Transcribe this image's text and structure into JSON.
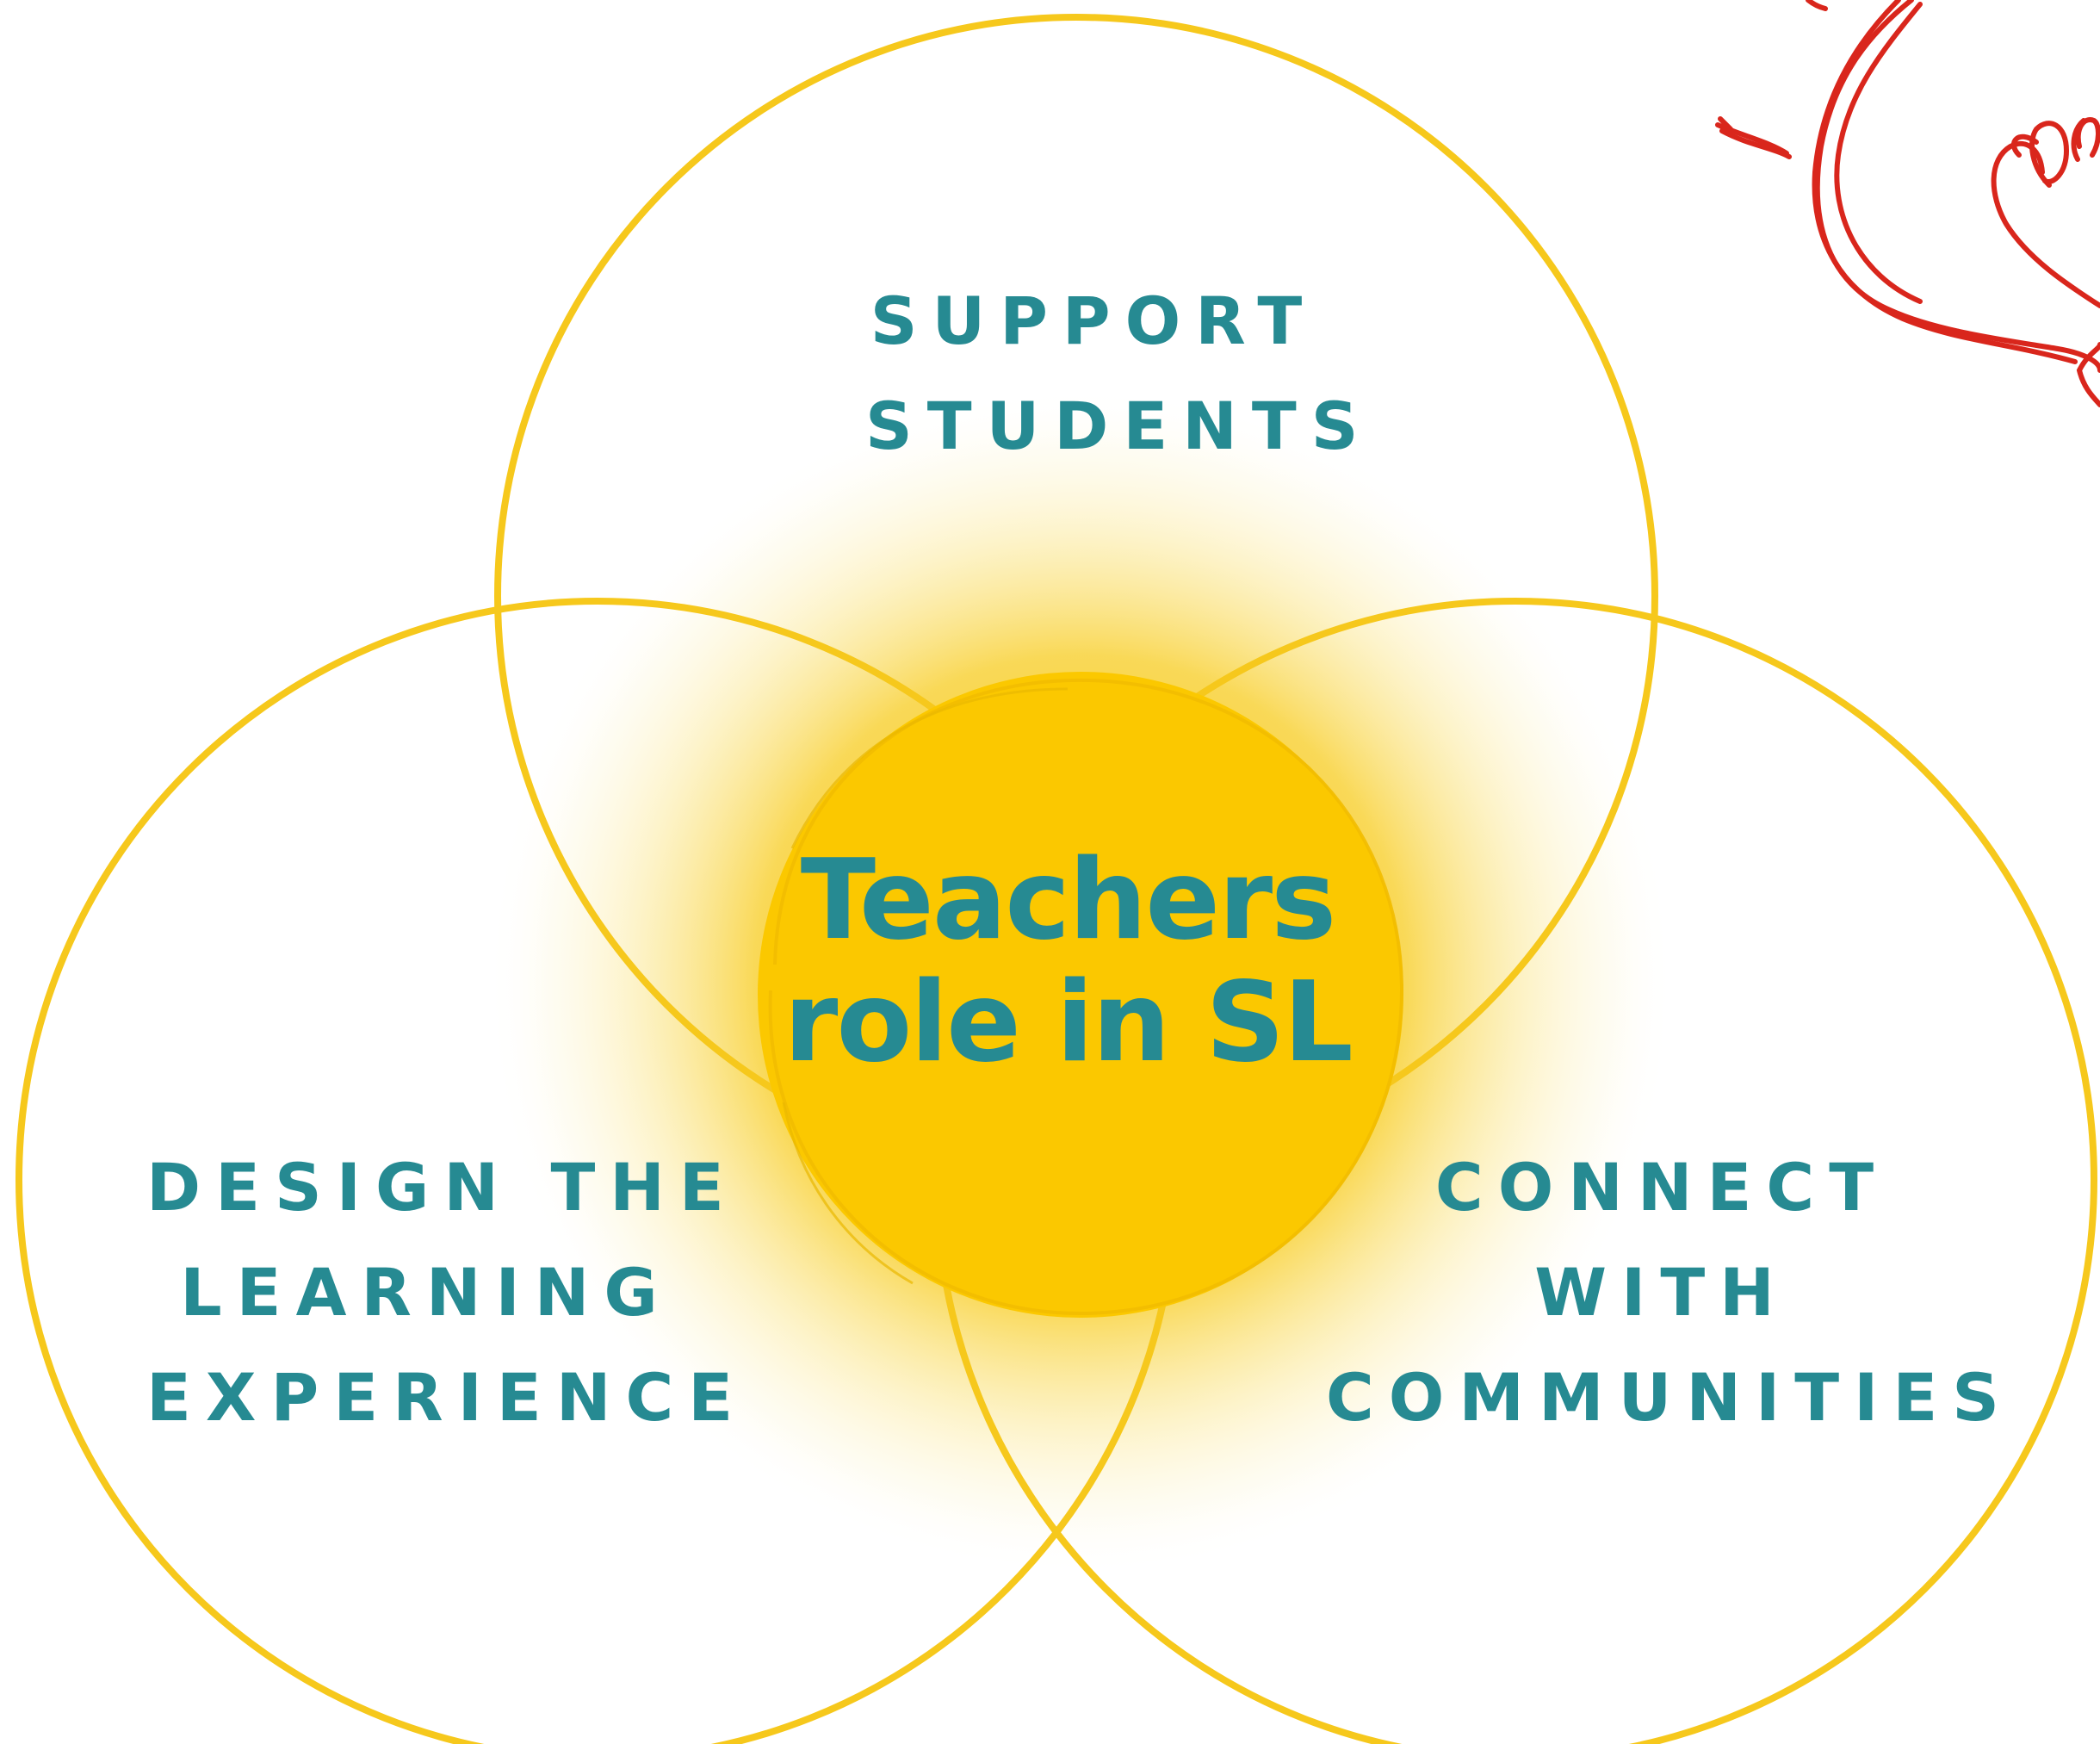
{
  "diagram": {
    "center_title": {
      "line1": "Teachers",
      "line2": "role in SL"
    },
    "circles": {
      "top": {
        "line1": "SUPPORT",
        "line2": "STUDENTS"
      },
      "left": {
        "line1": "DESIGN THE",
        "line2": "LEARNING",
        "line3": "EXPERIENCE"
      },
      "right": {
        "line1": "CONNECT",
        "line2": "WITH",
        "line3": "COMMUNITIES"
      }
    },
    "colors": {
      "circle_outline": "#f6c81c",
      "center_fill": "#fbc800",
      "text": "#268a92",
      "doodle": "#d9261c"
    },
    "decoration": {
      "icon": "red-heart-doodle-icon"
    }
  }
}
